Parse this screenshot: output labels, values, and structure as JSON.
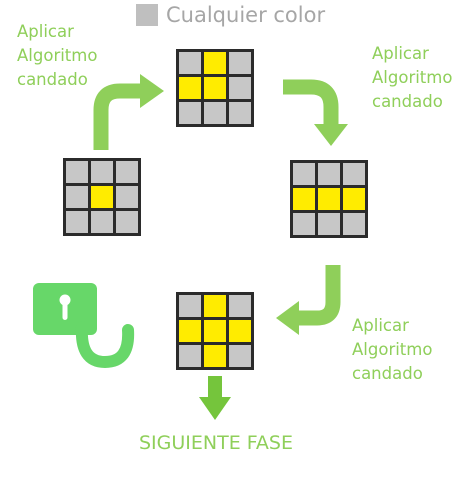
{
  "legend": {
    "text": "Cualquier color",
    "swatch_color": "#bfbfbf"
  },
  "steps": [
    {
      "text": [
        "Aplicar",
        "Algoritmo",
        "candado"
      ]
    },
    {
      "text": [
        "Aplicar",
        "Algoritmo",
        "candado"
      ]
    },
    {
      "text": [
        "Aplicar",
        "Algoritmo",
        "candado"
      ]
    }
  ],
  "next_phase": "SIGUIENTE FASE",
  "colors": {
    "yellow": "#ffec00",
    "gray": "#c7c7c7",
    "green": "#8fcf5a",
    "green_dark": "#75c53c",
    "lock_green": "#67d769",
    "grid_border": "#2b2b2b"
  },
  "cube_faces": {
    "start": [
      "gray",
      "gray",
      "gray",
      "gray",
      "yellow",
      "gray",
      "gray",
      "gray",
      "gray"
    ],
    "after1": [
      "gray",
      "yellow",
      "gray",
      "yellow",
      "yellow",
      "gray",
      "gray",
      "gray",
      "gray"
    ],
    "after2": [
      "gray",
      "gray",
      "gray",
      "yellow",
      "yellow",
      "yellow",
      "gray",
      "gray",
      "gray"
    ],
    "after3": [
      "gray",
      "yellow",
      "gray",
      "yellow",
      "yellow",
      "yellow",
      "gray",
      "yellow",
      "gray"
    ]
  },
  "icons": {
    "lock": "lock-icon",
    "arrow": "arrow-icon"
  }
}
